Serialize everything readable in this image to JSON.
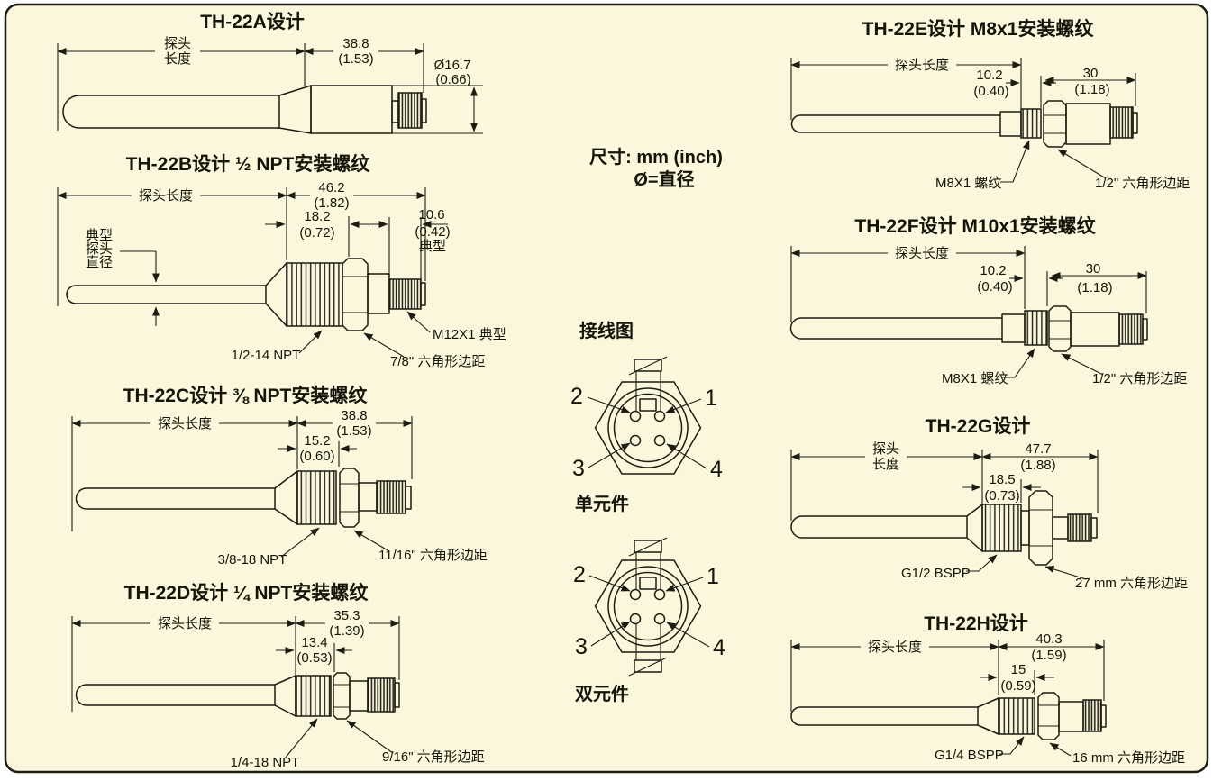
{
  "meta": {
    "units_line1": "尺寸:  mm (inch)",
    "units_line2": "Ø=直径",
    "bg_color": "#FAF7DC",
    "line_color": "#1c1c12"
  },
  "wiring": {
    "title": "接线图",
    "single_label": "单元件",
    "dual_label": "双元件",
    "p1": "1",
    "p2": "2",
    "p3": "3",
    "p4": "4"
  },
  "a": {
    "title": "TH-22A设计",
    "len1": "探头",
    "len2": "长度",
    "d1mm": "38.8",
    "d1in": "(1.53)",
    "diamm": "Ø16.7",
    "diain": "(0.66)"
  },
  "b": {
    "title": "TH-22B设计 ½ NPT安装螺纹",
    "len": "探头长度",
    "omm": "46.2",
    "oin": "(1.82)",
    "tmm": "18.2",
    "tin": "(0.72)",
    "cmm": "10.6",
    "cin": "(0.42)",
    "ctyp": "典型",
    "dia1": "典型",
    "dia2": "探头",
    "dia3": "直径",
    "thread": "1/2-14 NPT",
    "hex": "7/8\" 六角形边距",
    "conn": "M12X1 典型"
  },
  "c": {
    "title": "TH-22C设计 ⅜ NPT安装螺纹",
    "len": "探头长度",
    "omm": "38.8",
    "oin": "(1.53)",
    "tmm": "15.2",
    "tin": "(0.60)",
    "thread": "3/8-18 NPT",
    "hex": "11/16\" 六角形边距"
  },
  "d": {
    "title": "TH-22D设计 ¼ NPT安装螺纹",
    "len": "探头长度",
    "omm": "35.3",
    "oin": "(1.39)",
    "tmm": "13.4",
    "tin": "(0.53)",
    "thread": "1/4-18 NPT",
    "hex": "9/16\" 六角形边距"
  },
  "e": {
    "title": "TH-22E设计 M8x1安装螺纹",
    "len": "探头长度",
    "tmm": "10.2",
    "tin": "(0.40)",
    "cmm": "30",
    "cin": "(1.18)",
    "thread": "M8X1 螺纹",
    "hex": "1/2\" 六角形边距"
  },
  "f": {
    "title": "TH-22F设计 M10x1安装螺纹",
    "len": "探头长度",
    "tmm": "10.2",
    "tin": "(0.40)",
    "cmm": "30",
    "cin": "(1.18)",
    "thread": "M8X1 螺纹",
    "hex": "1/2\" 六角形边距"
  },
  "g": {
    "title": "TH-22G设计",
    "len1": "探头",
    "len2": "长度",
    "omm": "47.7",
    "oin": "(1.88)",
    "tmm": "18.5",
    "tin": "(0.73)",
    "thread": "G1/2 BSPP",
    "hex": "27 mm 六角形边距"
  },
  "h": {
    "title": "TH-22H设计",
    "len": "探头长度",
    "omm": "40.3",
    "oin": "(1.59)",
    "tmm": "15",
    "tin": "(0.59)",
    "thread": "G1/4 BSPP",
    "hex": "16 mm 六角形边距"
  }
}
